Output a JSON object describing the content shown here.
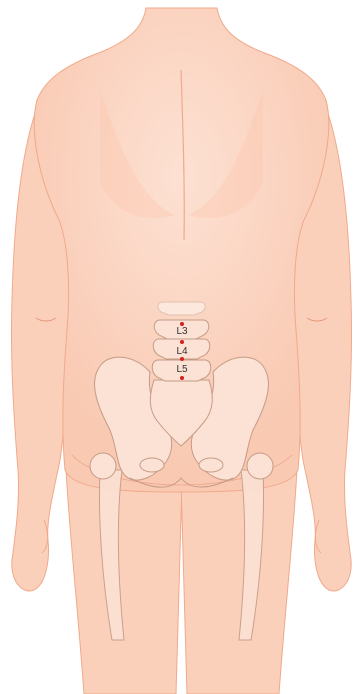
{
  "figure": {
    "labels": {
      "l3": "L3",
      "l4": "L4",
      "l5": "L5"
    },
    "colors": {
      "skin": "#fbd3bf",
      "skin_outline": "#f0a98b",
      "skin_highlight": "#fde3d6",
      "bone": "#fbe2d4",
      "bone_outline": "#c69b86",
      "marker": "#d51f1f"
    }
  }
}
